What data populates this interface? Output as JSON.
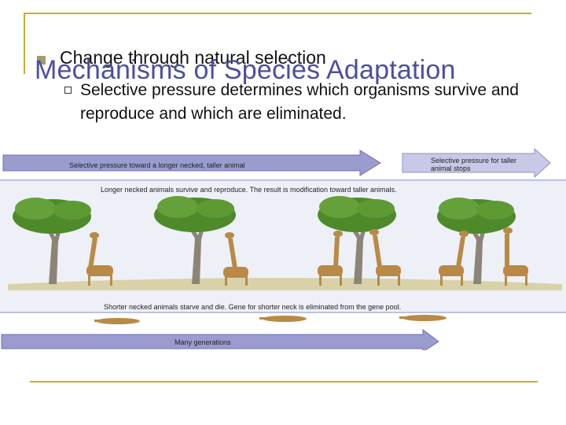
{
  "slide": {
    "title": "Mechanisms of Species Adaptation",
    "bullet_main": "Change through natural selection",
    "bullet_sub": "Selective pressure determines which organisms survive and reproduce and which are eliminated."
  },
  "figure": {
    "arrow_top_label": "Selective pressure toward a longer necked, taller animal",
    "arrow_stop_label": "Selective pressure for taller animal stops",
    "survive_caption": "Longer necked animals survive and reproduce. The result is modification toward taller animals.",
    "starve_caption": "Shorter necked animals starve and die. Gene for shorter neck is eliminated from the gene pool.",
    "arrow_bottom_label": "Many generations"
  },
  "colors": {
    "frame": "#c8ae2a",
    "title": "#4a4fa0",
    "arrow_fill": "#9a9ccf",
    "band": "#dfe1f2",
    "tree_canopy": "#4f8a2a",
    "giraffe": "#b98a45"
  }
}
